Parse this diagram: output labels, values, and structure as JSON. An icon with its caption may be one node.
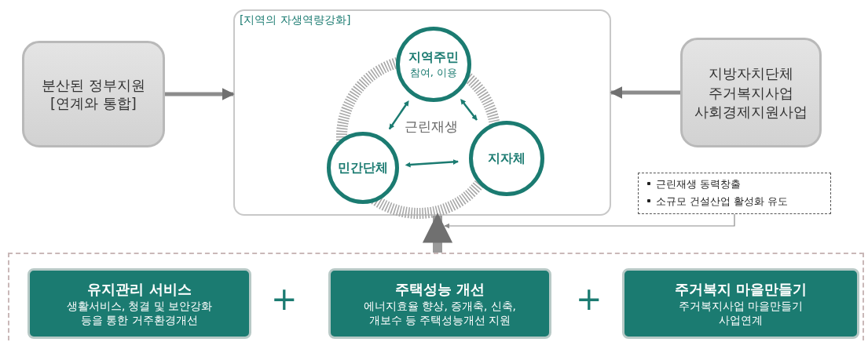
{
  "diagram": {
    "nodes": [
      {
        "text": [
          "분산된 정부지원 [연계와 통합]"
        ]
      },
      {
        "text": [
          "[지역의 자생역량강화]",
          "근린재생"
        ]
      },
      {
        "text": [
          "지역주민",
          "참여, 이용"
        ],
        "in": 1
      },
      {
        "text": [
          "민간단체"
        ],
        "in": 1
      },
      {
        "text": [
          "지자체"
        ],
        "in": 1
      },
      {
        "text": [
          "지방자치단체",
          "주거복지사업 사회경제지원사업"
        ]
      },
      {
        "text": [
          "근린재생 동력창출",
          "소규모 건설산업 활성화 유도"
        ]
      },
      {
        "text": [],
        "shape": "box"
      },
      {
        "text": [
          "유지관리 서비스",
          "생활서비스, 청결 및 보안강화 등을 통한 거주환경개선"
        ],
        "in": 7
      },
      {
        "text": [
          "주택성능 개선",
          "에너지효율 향상, 증개축, 신축, 개보수 등 주택성능개선 지원"
        ],
        "in": 7
      },
      {
        "text": [
          "주거복지 마을만들기",
          "주거복지사업 마을만들기 사업연계"
        ],
        "in": 7
      }
    ],
    "edges": [
      {
        "from": 0,
        "to": 1,
        "arrow": "to",
        "style": "thick",
        "color": "#8c8c8c"
      },
      {
        "from": 5,
        "to": 1,
        "arrow": "to",
        "style": "thick",
        "color": "#8c8c8c"
      },
      {
        "from": 2,
        "to": 3,
        "arrow": "both",
        "color": "#1b7b71"
      },
      {
        "from": 2,
        "to": 4,
        "arrow": "both",
        "color": "#1b7b71"
      },
      {
        "from": 3,
        "to": 4,
        "arrow": "both",
        "color": "#1b7b71"
      },
      {
        "from": 7,
        "to": 1,
        "arrow": "to",
        "style": "thick",
        "color": "#9a9a9a"
      },
      {
        "from": 6,
        "to": 1,
        "arrow": "to",
        "color": "#8c8c8c"
      }
    ],
    "labels": [
      "+",
      "+"
    ]
  }
}
